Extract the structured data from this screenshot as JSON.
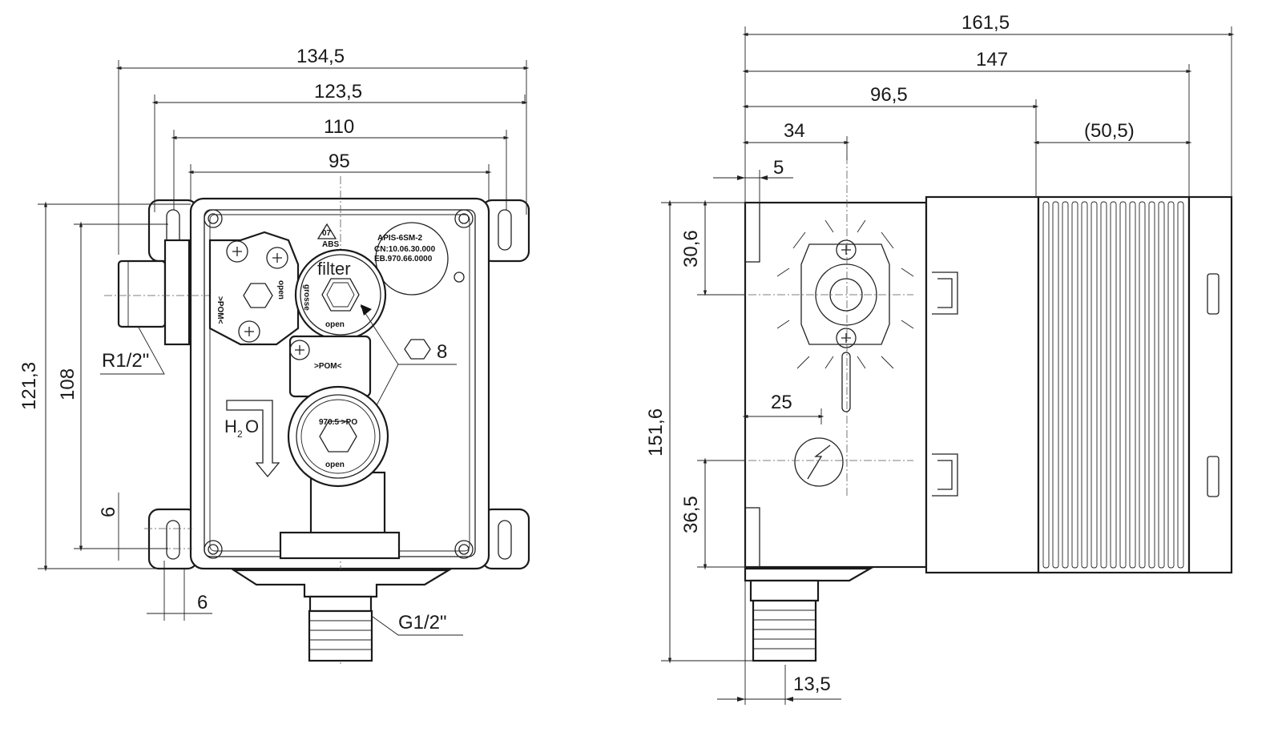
{
  "front_view": {
    "dims": {
      "w1": "134,5",
      "w2": "123,5",
      "w3": "110",
      "w4": "95",
      "h1": "121,3",
      "h2": "108",
      "hole_v": "6",
      "hole_h": "6"
    },
    "inlet_thread": "R1/2\"",
    "outlet_thread": "G1/2\"",
    "hex_size": "8",
    "water_label": "H",
    "water_sub": "2",
    "water_o": "O",
    "filter_label": "filter",
    "filter_side_text": "grosse",
    "open_labels": [
      "open",
      "open",
      "open"
    ],
    "recycle_code": "07",
    "recycle_material": "ABS",
    "pom_label": ">POM<",
    "valve_marking": "970.5 >PO",
    "nameplate": {
      "model": "APIS-6SM-2",
      "cn": "CN:10.06.30.000",
      "eb": "EB.970.66.0000"
    }
  },
  "side_view": {
    "dims": {
      "total": "161,5",
      "d147": "147",
      "d96": "96,5",
      "d34": "34",
      "d50": "(50,5)",
      "d5": "5",
      "d30": "30,6",
      "h151": "151,6",
      "d25": "25",
      "d36": "36,5",
      "d13": "13,5"
    }
  }
}
